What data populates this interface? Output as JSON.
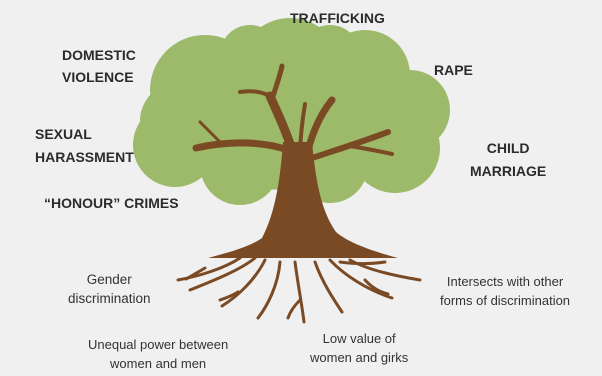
{
  "colors": {
    "background": "#f0f0f0",
    "canopy": "#9cba6a",
    "trunk": "#7a4a24",
    "text": "#2b2b2b"
  },
  "branches": {
    "trafficking": "TRAFFICKING",
    "domestic_violence": "DOMESTIC\nVIOLENCE",
    "rape": "RAPE",
    "sexual_harassment": "SEXUAL\nHARASSMENT",
    "child_marriage": "CHILD\nMARRIAGE",
    "honour_crimes": "“HONOUR” CRIMES"
  },
  "roots": {
    "gender_discrimination": "Gender\ndiscrimination",
    "intersects": "Intersects with other\nforms of discrimination",
    "unequal_power": "Unequal power between\nwomen and men",
    "low_value": "Low value of\nwomen and girks"
  }
}
